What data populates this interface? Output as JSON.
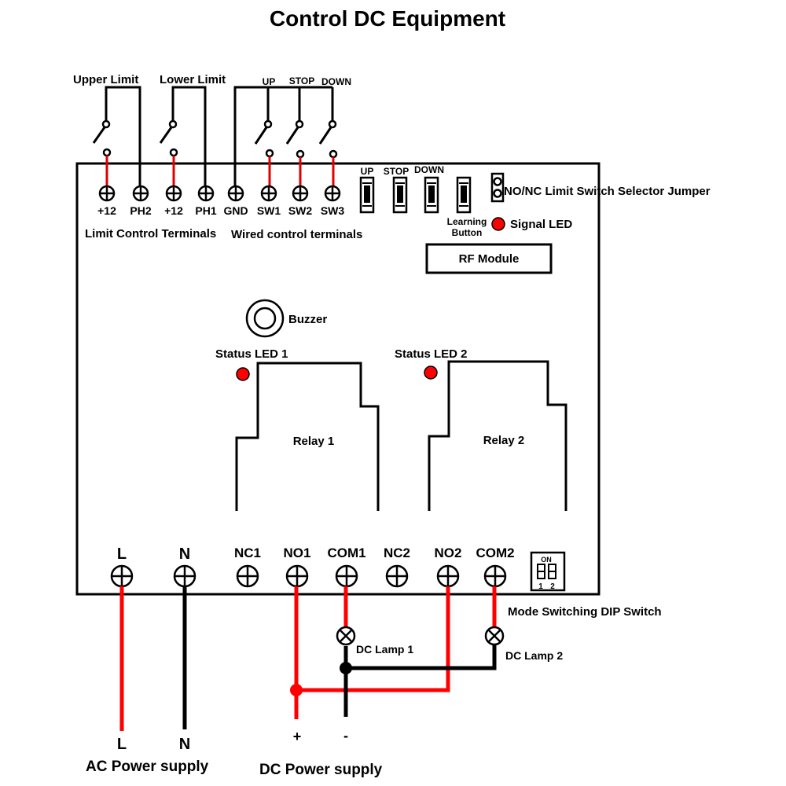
{
  "title": "Control DC Equipment",
  "colors": {
    "wire_positive": "#ff0000",
    "wire_negative": "#000000",
    "led": "#ff0000",
    "background": "#ffffff"
  },
  "external_switches": {
    "upper_limit": "Upper Limit",
    "lower_limit": "Lower Limit",
    "up": "UP",
    "stop": "STOP",
    "down": "DOWN"
  },
  "top_terminals": [
    "+12",
    "PH2",
    "+12",
    "PH1",
    "GND",
    "SW1",
    "SW2",
    "SW3"
  ],
  "top_terminal_groups": {
    "limit": "Limit Control Terminals",
    "wired": "Wired control terminals"
  },
  "board_buttons": [
    "UP",
    "STOP",
    "DOWN"
  ],
  "learning_button": {
    "line1": "Learning",
    "line2": "Button"
  },
  "jumper_label": "NO/NC Limit Switch Selector Jumper",
  "signal_led_label": "Signal LED",
  "rf_module_label": "RF Module",
  "buzzer_label": "Buzzer",
  "status_led_1": "Status LED 1",
  "status_led_2": "Status LED 2",
  "relay_1": "Relay 1",
  "relay_2": "Relay 2",
  "bottom_terminals": [
    "L",
    "N",
    "NC1",
    "NO1",
    "COM1",
    "NC2",
    "NO2",
    "COM2"
  ],
  "dip_switch": {
    "on_label": "ON",
    "pos1": "1",
    "pos2": "2",
    "caption": "Mode Switching DIP Switch"
  },
  "dc_lamp_1": "DC Lamp 1",
  "dc_lamp_2": "DC Lamp 2",
  "ac_supply": {
    "l": "L",
    "n": "N",
    "caption": "AC Power supply"
  },
  "dc_supply": {
    "plus": "+",
    "minus": "-",
    "caption": "DC Power supply"
  }
}
